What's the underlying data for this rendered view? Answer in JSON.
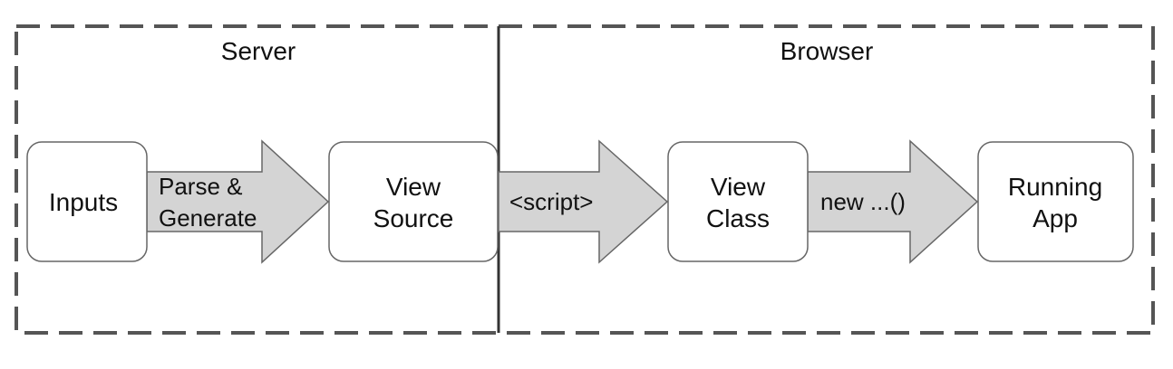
{
  "zones": {
    "server": {
      "title": "Server"
    },
    "browser": {
      "title": "Browser"
    }
  },
  "nodes": {
    "inputs": {
      "lines": [
        "Inputs"
      ]
    },
    "view_source": {
      "lines": [
        "View",
        "Source"
      ]
    },
    "view_class": {
      "lines": [
        "View",
        "Class"
      ]
    },
    "running_app": {
      "lines": [
        "Running",
        "App"
      ]
    }
  },
  "arrows": {
    "parse_generate": {
      "lines": [
        "Parse &",
        "Generate"
      ]
    },
    "script": {
      "lines": [
        "<script>"
      ]
    },
    "new_call": {
      "lines": [
        "new ...()"
      ]
    }
  },
  "colors": {
    "border": "#555555",
    "arrow_fill": "#d4d4d4",
    "node_fill": "#ffffff",
    "text": "#111111"
  }
}
